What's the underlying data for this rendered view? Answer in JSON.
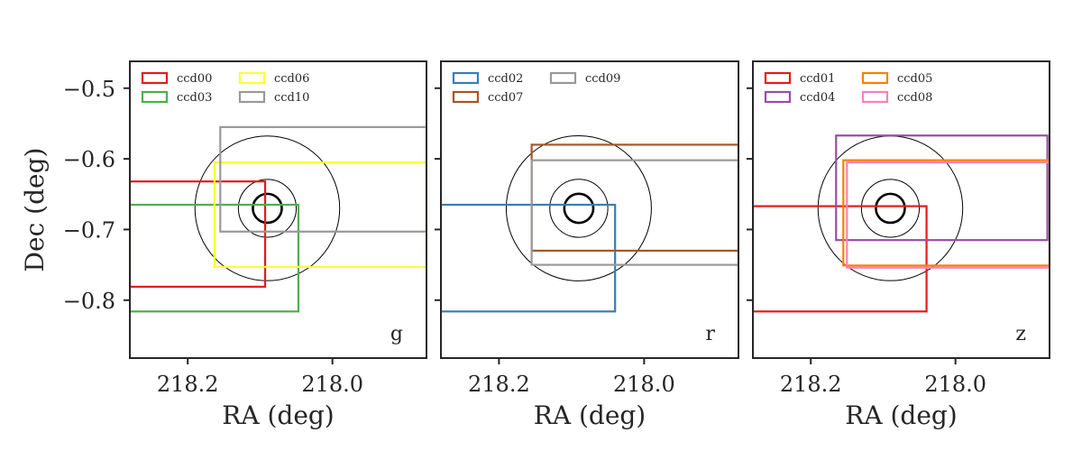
{
  "chart_data": [
    {
      "type": "rectangles",
      "band": "g",
      "xlabel": "RA (deg)",
      "ylabel": "Dec (deg)",
      "xlim": [
        218.28,
        217.87
      ],
      "ylim": [
        -0.882,
        -0.462
      ],
      "xticks": [
        218.2,
        218.0
      ],
      "yticks": [
        -0.5,
        -0.6,
        -0.7,
        -0.8
      ],
      "legend": {
        "placement": "top-left",
        "columns": 2
      },
      "series": [
        {
          "name": "ccd00",
          "color": "#e41a1c",
          "ra": [
            218.28,
            218.093
          ],
          "dec": [
            -0.781,
            -0.632
          ]
        },
        {
          "name": "ccd03",
          "color": "#4daf4a",
          "ra": [
            218.28,
            218.047
          ],
          "dec": [
            -0.816,
            -0.665
          ]
        },
        {
          "name": "ccd06",
          "color": "#ffff33",
          "ra": [
            218.163,
            217.87
          ],
          "dec": [
            -0.753,
            -0.605
          ]
        },
        {
          "name": "ccd10",
          "color": "#999999",
          "ra": [
            218.155,
            217.87
          ],
          "dec": [
            -0.703,
            -0.555
          ]
        }
      ],
      "circles": {
        "center": [
          218.09,
          -0.67
        ],
        "radii": [
          0.02,
          0.04,
          0.1
        ],
        "bold_radius": 0.02
      }
    },
    {
      "type": "rectangles",
      "band": "r",
      "xlabel": "RA (deg)",
      "ylabel": "",
      "xlim": [
        218.28,
        217.87
      ],
      "ylim": [
        -0.882,
        -0.462
      ],
      "xticks": [
        218.2,
        218.0
      ],
      "yticks": [
        -0.5,
        -0.6,
        -0.7,
        -0.8
      ],
      "legend": {
        "placement": "top-left",
        "columns": 2
      },
      "series": [
        {
          "name": "ccd02",
          "color": "#377eb8",
          "ra": [
            218.28,
            218.04
          ],
          "dec": [
            -0.816,
            -0.665
          ]
        },
        {
          "name": "ccd07",
          "color": "#a65628",
          "ra": [
            218.155,
            217.87
          ],
          "dec": [
            -0.73,
            -0.58
          ]
        },
        {
          "name": "ccd09",
          "color": "#999999",
          "ra": [
            218.155,
            217.87
          ],
          "dec": [
            -0.75,
            -0.602
          ]
        }
      ],
      "circles": {
        "center": [
          218.09,
          -0.67
        ],
        "radii": [
          0.02,
          0.04,
          0.1
        ],
        "bold_radius": 0.02
      }
    },
    {
      "type": "rectangles",
      "band": "z",
      "xlabel": "RA (deg)",
      "ylabel": "",
      "xlim": [
        218.28,
        217.87
      ],
      "ylim": [
        -0.882,
        -0.462
      ],
      "xticks": [
        218.2,
        218.0
      ],
      "yticks": [
        -0.5,
        -0.6,
        -0.7,
        -0.8
      ],
      "legend": {
        "placement": "top-left",
        "columns": 2
      },
      "series": [
        {
          "name": "ccd01",
          "color": "#e41a1c",
          "ra": [
            218.28,
            218.04
          ],
          "dec": [
            -0.816,
            -0.667
          ]
        },
        {
          "name": "ccd04",
          "color": "#984ea3",
          "ra": [
            218.165,
            217.873
          ],
          "dec": [
            -0.715,
            -0.567
          ]
        },
        {
          "name": "ccd05",
          "color": "#ff7f00",
          "ra": [
            218.155,
            217.87
          ],
          "dec": [
            -0.751,
            -0.602
          ]
        },
        {
          "name": "ccd08",
          "color": "#f781bf",
          "ra": [
            218.15,
            217.87
          ],
          "dec": [
            -0.754,
            -0.605
          ]
        }
      ],
      "circles": {
        "center": [
          218.09,
          -0.67
        ],
        "radii": [
          0.02,
          0.04,
          0.1
        ],
        "bold_radius": 0.02
      }
    }
  ]
}
